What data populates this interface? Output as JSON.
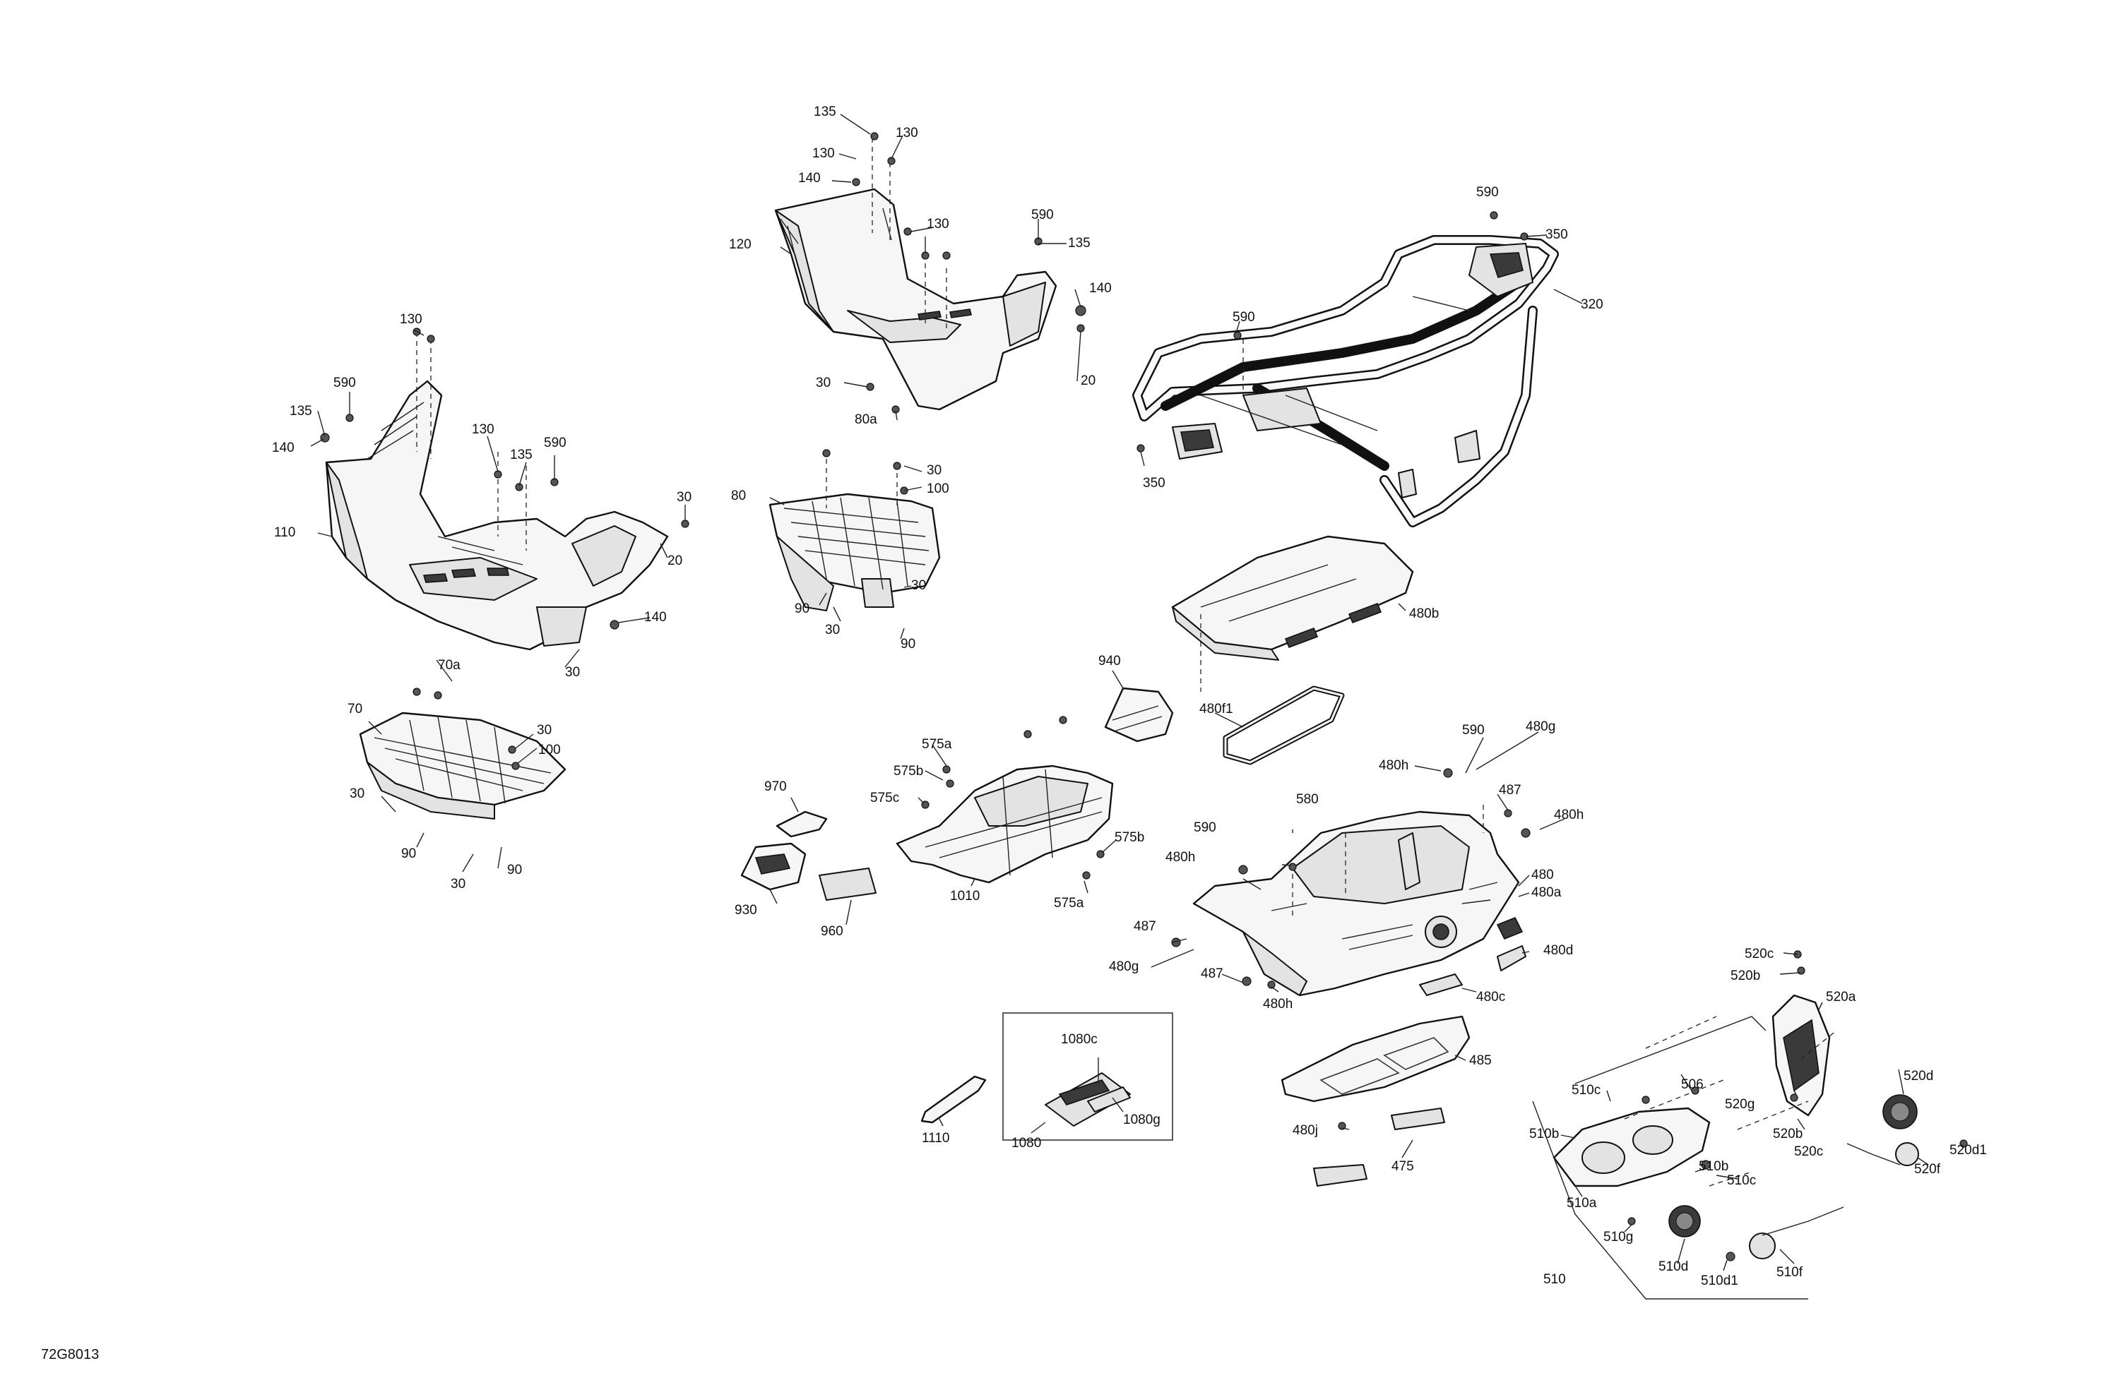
{
  "diagram": {
    "reference_code": "72G8013",
    "callouts": [
      {
        "id": "c01",
        "text": "135"
      },
      {
        "id": "c02",
        "text": "130"
      },
      {
        "id": "c03",
        "text": "130"
      },
      {
        "id": "c04",
        "text": "140"
      },
      {
        "id": "c05",
        "text": "130"
      },
      {
        "id": "c06",
        "text": "590"
      },
      {
        "id": "c07",
        "text": "135"
      },
      {
        "id": "c08",
        "text": "120"
      },
      {
        "id": "c09",
        "text": "140"
      },
      {
        "id": "c10",
        "text": "30"
      },
      {
        "id": "c11",
        "text": "20"
      },
      {
        "id": "c12",
        "text": "80a"
      },
      {
        "id": "c13",
        "text": "590"
      },
      {
        "id": "c14",
        "text": "350"
      },
      {
        "id": "c15",
        "text": "320"
      },
      {
        "id": "c16",
        "text": "590"
      },
      {
        "id": "c17",
        "text": "350"
      },
      {
        "id": "c18",
        "text": "130"
      },
      {
        "id": "c19",
        "text": "590"
      },
      {
        "id": "c20",
        "text": "135"
      },
      {
        "id": "c21",
        "text": "140"
      },
      {
        "id": "c22",
        "text": "130"
      },
      {
        "id": "c23",
        "text": "135"
      },
      {
        "id": "c24",
        "text": "590"
      },
      {
        "id": "c25",
        "text": "30"
      },
      {
        "id": "c26",
        "text": "110"
      },
      {
        "id": "c27",
        "text": "20"
      },
      {
        "id": "c28",
        "text": "140"
      },
      {
        "id": "c29",
        "text": "70a"
      },
      {
        "id": "c30",
        "text": "30"
      },
      {
        "id": "c31",
        "text": "80"
      },
      {
        "id": "c32",
        "text": "30"
      },
      {
        "id": "c33",
        "text": "100"
      },
      {
        "id": "c34",
        "text": "30"
      },
      {
        "id": "c35",
        "text": "90"
      },
      {
        "id": "c36",
        "text": "30"
      },
      {
        "id": "c37",
        "text": "90"
      },
      {
        "id": "c38",
        "text": "480b"
      },
      {
        "id": "c39",
        "text": "70"
      },
      {
        "id": "c40",
        "text": "30"
      },
      {
        "id": "c41",
        "text": "100"
      },
      {
        "id": "c42",
        "text": "30"
      },
      {
        "id": "c43",
        "text": "90"
      },
      {
        "id": "c44",
        "text": "90"
      },
      {
        "id": "c45",
        "text": "30"
      },
      {
        "id": "c46",
        "text": "940"
      },
      {
        "id": "c47",
        "text": "480f1"
      },
      {
        "id": "c48",
        "text": "575a"
      },
      {
        "id": "c49",
        "text": "575b"
      },
      {
        "id": "c50",
        "text": "575c"
      },
      {
        "id": "c51",
        "text": "970"
      },
      {
        "id": "c52",
        "text": "590"
      },
      {
        "id": "c53",
        "text": "480g"
      },
      {
        "id": "c54",
        "text": "480h"
      },
      {
        "id": "c55",
        "text": "487"
      },
      {
        "id": "c56",
        "text": "480h"
      },
      {
        "id": "c57",
        "text": "580"
      },
      {
        "id": "c58",
        "text": "590"
      },
      {
        "id": "c59",
        "text": "575b"
      },
      {
        "id": "c60",
        "text": "480h"
      },
      {
        "id": "c61",
        "text": "480"
      },
      {
        "id": "c62",
        "text": "480a"
      },
      {
        "id": "c63",
        "text": "930"
      },
      {
        "id": "c64",
        "text": "1010"
      },
      {
        "id": "c65",
        "text": "575a"
      },
      {
        "id": "c66",
        "text": "960"
      },
      {
        "id": "c67",
        "text": "487"
      },
      {
        "id": "c68",
        "text": "480d"
      },
      {
        "id": "c69",
        "text": "480g"
      },
      {
        "id": "c70",
        "text": "487"
      },
      {
        "id": "c71",
        "text": "480h"
      },
      {
        "id": "c72",
        "text": "480c"
      },
      {
        "id": "c73",
        "text": "520c"
      },
      {
        "id": "c74",
        "text": "520b"
      },
      {
        "id": "c75",
        "text": "520a"
      },
      {
        "id": "c76",
        "text": "1080c"
      },
      {
        "id": "c77",
        "text": "485"
      },
      {
        "id": "c78",
        "text": "510c"
      },
      {
        "id": "c79",
        "text": "506"
      },
      {
        "id": "c80",
        "text": "520d"
      },
      {
        "id": "c81",
        "text": "1080g"
      },
      {
        "id": "c82",
        "text": "1110"
      },
      {
        "id": "c83",
        "text": "1080"
      },
      {
        "id": "c84",
        "text": "520g"
      },
      {
        "id": "c85",
        "text": "520b"
      },
      {
        "id": "c86",
        "text": "510b"
      },
      {
        "id": "c87",
        "text": "480j"
      },
      {
        "id": "c88",
        "text": "520c"
      },
      {
        "id": "c89",
        "text": "520d1"
      },
      {
        "id": "c90",
        "text": "520f"
      },
      {
        "id": "c91",
        "text": "510b"
      },
      {
        "id": "c92",
        "text": "510c"
      },
      {
        "id": "c93",
        "text": "475"
      },
      {
        "id": "c94",
        "text": "510a"
      },
      {
        "id": "c95",
        "text": "510g"
      },
      {
        "id": "c96",
        "text": "510d"
      },
      {
        "id": "c97",
        "text": "510d1"
      },
      {
        "id": "c98",
        "text": "510f"
      },
      {
        "id": "c99",
        "text": "510"
      }
    ]
  }
}
